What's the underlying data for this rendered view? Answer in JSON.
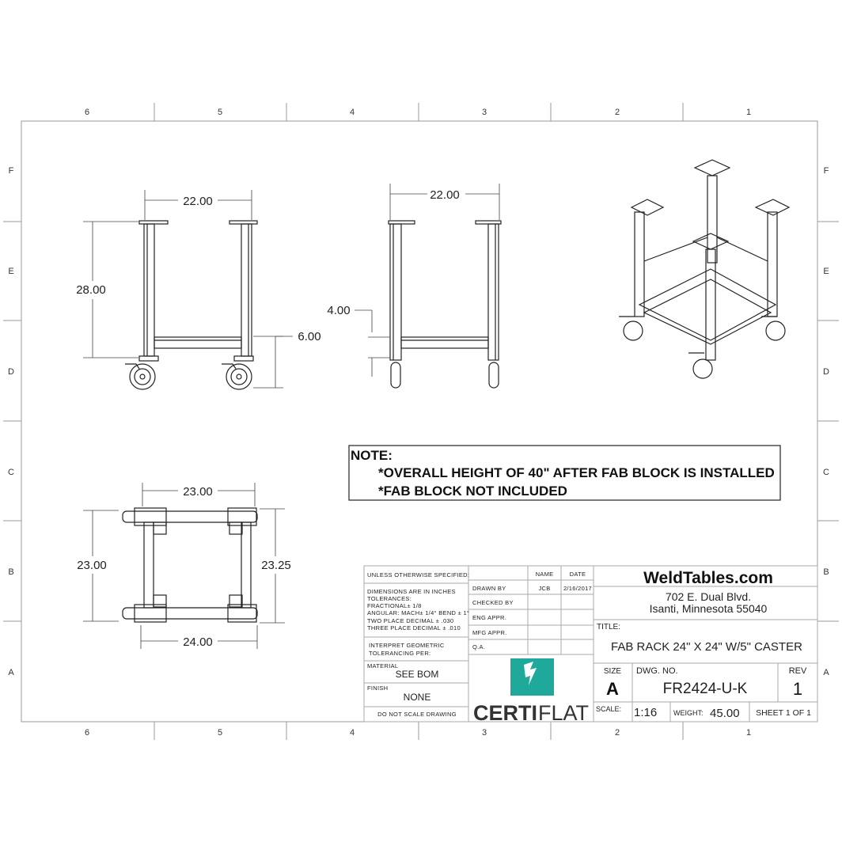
{
  "zones": {
    "columns": [
      "6",
      "5",
      "4",
      "3",
      "2",
      "1"
    ],
    "rows": [
      "F",
      "E",
      "D",
      "C",
      "B",
      "A"
    ]
  },
  "front_view": {
    "width_dim": "22.00",
    "height_dim": "28.00",
    "caster_dim": "6.00"
  },
  "side_view": {
    "width_dim": "22.00",
    "offset_dim": "4.00"
  },
  "top_view": {
    "top_dim": "23.00",
    "left_dim": "23.00",
    "right_dim": "23.25",
    "bottom_dim": "24.00"
  },
  "note": {
    "heading": "NOTE:",
    "lines": [
      "*OVERALL HEIGHT OF 40\"  AFTER FAB BLOCK IS INSTALLED",
      "*FAB BLOCK NOT INCLUDED"
    ]
  },
  "title_block": {
    "unless": "UNLESS OTHERWISE SPECIFIED:",
    "tolerances": [
      "DIMENSIONS ARE IN INCHES",
      "TOLERANCES:",
      "FRACTIONAL± 1/8",
      "ANGULAR: MACH± 1/4° BEND ± 1°",
      "TWO PLACE DECIMAL   ± .030",
      "THREE PLACE DECIMAL  ± .010"
    ],
    "geometric": [
      "INTERPRET GEOMETRIC",
      "TOLERANCING PER:"
    ],
    "material_label": "MATERIAL",
    "material": "SEE BOM",
    "finish_label": "FINISH",
    "finish": "NONE",
    "do_not_scale": "DO NOT SCALE DRAWING",
    "name_header": "NAME",
    "date_header": "DATE",
    "rows": [
      {
        "label": "DRAWN BY",
        "name": "JCB",
        "date": "2/16/2017"
      },
      {
        "label": "CHECKED BY",
        "name": "",
        "date": ""
      },
      {
        "label": "ENG APPR.",
        "name": "",
        "date": ""
      },
      {
        "label": "MFG APPR.",
        "name": "",
        "date": ""
      },
      {
        "label": "Q.A.",
        "name": "",
        "date": ""
      }
    ],
    "logo_text_bold": "CERTI",
    "logo_text_light": "FLAT",
    "logo_color": "#1fa99a",
    "company": "WeldTables.com",
    "address1": "702 E. Dual Blvd.",
    "address2": "Isanti, Minnesota 55040",
    "title_label": "TITLE:",
    "title": "FAB RACK 24\" X 24\" W/5\" CASTER",
    "size_label": "SIZE",
    "size": "A",
    "dwg_label": "DWG.  NO.",
    "dwg_no": "FR2424-U-K",
    "rev_label": "REV",
    "rev": "1",
    "scale_label": "SCALE:",
    "scale": "1:16",
    "weight_label": "WEIGHT:",
    "weight": "45.00",
    "sheet": "SHEET 1 OF 1"
  }
}
